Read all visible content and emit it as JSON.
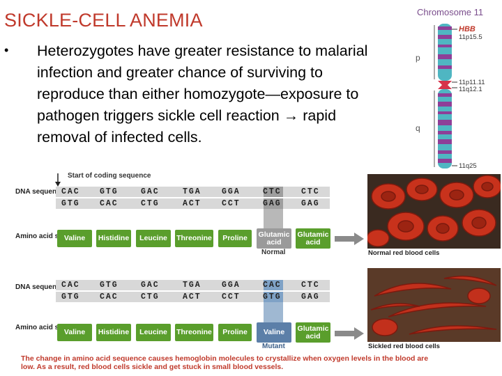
{
  "slide": {
    "title": "SICKLE-CELL ANEMIA",
    "bullet_char": "•",
    "bullet_text": "Heterozygotes have greater resistance to malarial infection and greater chance of surviving to reproduce than either homozygote—exposure to pathogen triggers sickle cell reaction → rapid removal of infected cells."
  },
  "chromosome": {
    "title": "Chromosome 11",
    "gene": "HBB",
    "band_top": "11p15.5",
    "arm_p": "p",
    "arm_q": "q",
    "band_cen1": "11p11.11",
    "band_cen2": "11q12.1",
    "band_bottom": "11q25"
  },
  "figure": {
    "start_label": "Start of coding sequence",
    "dna_label": "DNA sequence",
    "aa_label": "Amino acid sequence",
    "normal": {
      "top_codons": [
        "CAC",
        "GTG",
        "GAC",
        "TGA",
        "GGA",
        "CTC",
        "CTC"
      ],
      "bottom_codons": [
        "GTG",
        "CAC",
        "CTG",
        "ACT",
        "CCT",
        "GAG",
        "GAG"
      ],
      "amino_acids": [
        "Valine",
        "Histidine",
        "Leucine",
        "Threonine",
        "Proline",
        "Glutamic acid",
        "Glutamic acid"
      ],
      "caption": "Normal",
      "photo_caption": "Normal red blood cells"
    },
    "mutant": {
      "top_codons": [
        "CAC",
        "GTG",
        "GAC",
        "TGA",
        "GGA",
        "CAC",
        "CTC"
      ],
      "bottom_codons": [
        "GTG",
        "CAC",
        "CTG",
        "ACT",
        "CCT",
        "GTG",
        "GAG"
      ],
      "amino_acids": [
        "Valine",
        "Histidine",
        "Leucine",
        "Threonine",
        "Proline",
        "Valine",
        "Glutamic acid"
      ],
      "caption": "Mutant",
      "photo_caption": "Sickled red blood cells"
    },
    "note": "The change in amino acid sequence causes hemoglobin molecules to crystallize when oxygen levels in the blood are low. As a result, red blood cells sickle and get stuck in small blood vessels.",
    "colors": {
      "green": "#5a9e2c",
      "gray": "#9a9a9a",
      "blue": "#5c7fa8",
      "red_text": "#c0392b"
    }
  }
}
